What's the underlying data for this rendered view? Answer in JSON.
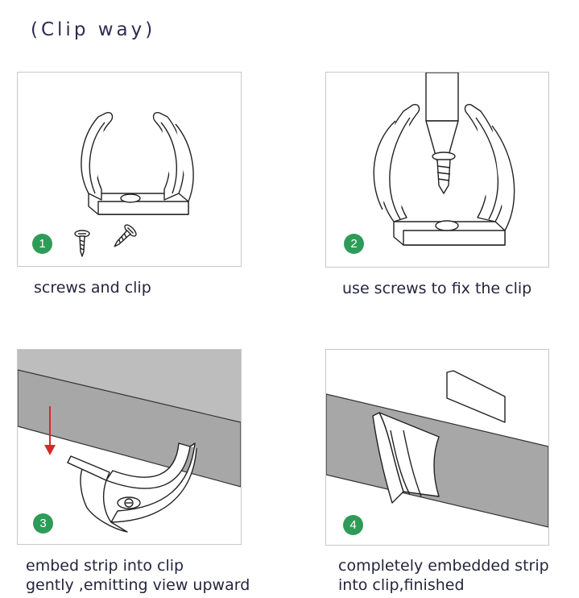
{
  "title": "(Clip way)",
  "steps": [
    {
      "number": "1",
      "caption_line1": "screws and clip",
      "caption_line2": ""
    },
    {
      "number": "2",
      "caption_line1": "use screws to fix the clip",
      "caption_line2": ""
    },
    {
      "number": "3",
      "caption_line1": "embed  strip into clip",
      "caption_line2": "gently ,emitting view upward"
    },
    {
      "number": "4",
      "caption_line1": "completely embedded strip",
      "caption_line2": "into clip,finished"
    }
  ],
  "colors": {
    "badge": "#2e9b58",
    "strip": "#a7a7a7",
    "arrow": "#d42a2a"
  }
}
